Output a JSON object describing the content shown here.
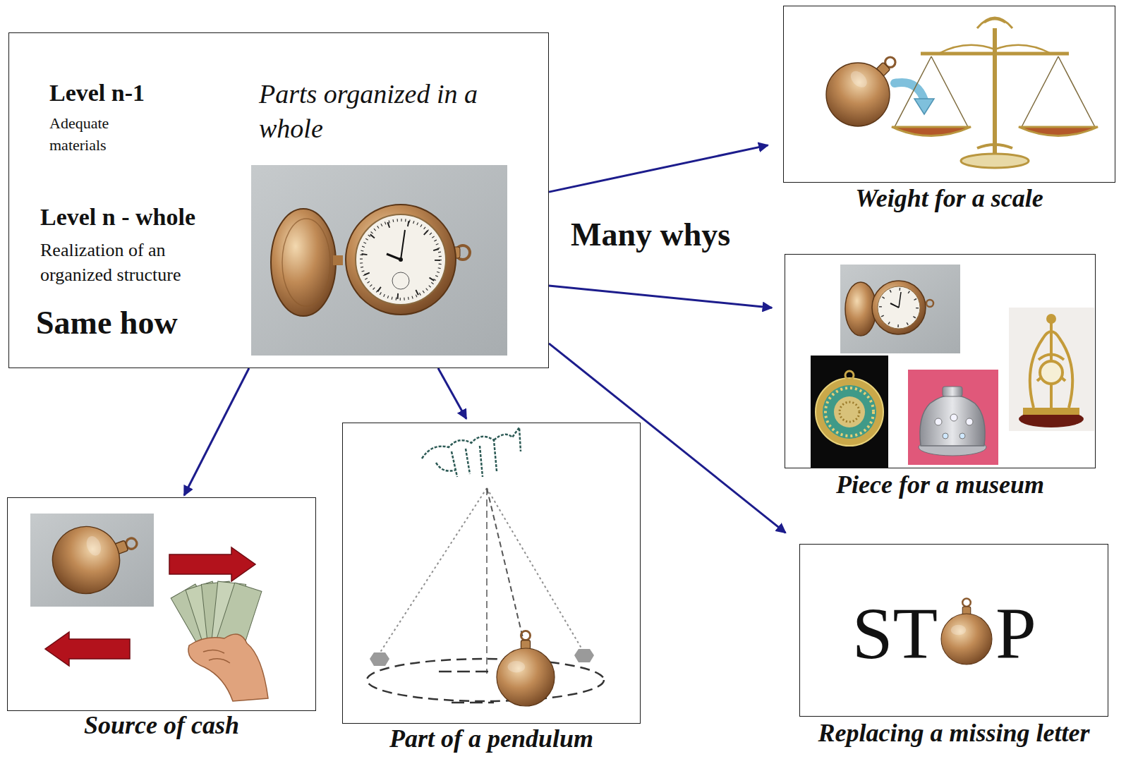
{
  "diagram": {
    "nodes": [
      {
        "text": [
          "Level n-1",
          "Adequate materials",
          "Parts organized in a whole",
          "Level n - whole",
          "Realization of an organized structure",
          "Same how"
        ]
      },
      {
        "text": [
          "Weight for a scale"
        ]
      },
      {
        "text": [
          "Piece for a museum"
        ]
      },
      {
        "text": [
          "Source of cash"
        ]
      },
      {
        "text": [
          "Part of a pendulum"
        ]
      },
      {
        "text": [
          "ST",
          "P",
          "Replacing a missing letter"
        ]
      }
    ],
    "edges": [
      {
        "from": 0,
        "to": 1,
        "arrow": "to"
      },
      {
        "from": 0,
        "to": 2,
        "arrow": "to"
      },
      {
        "from": 0,
        "to": 3,
        "arrow": "to"
      },
      {
        "from": 0,
        "to": 4,
        "arrow": "to"
      },
      {
        "from": 0,
        "to": 5,
        "arrow": "to"
      }
    ],
    "labels": [
      "Many whys"
    ]
  }
}
